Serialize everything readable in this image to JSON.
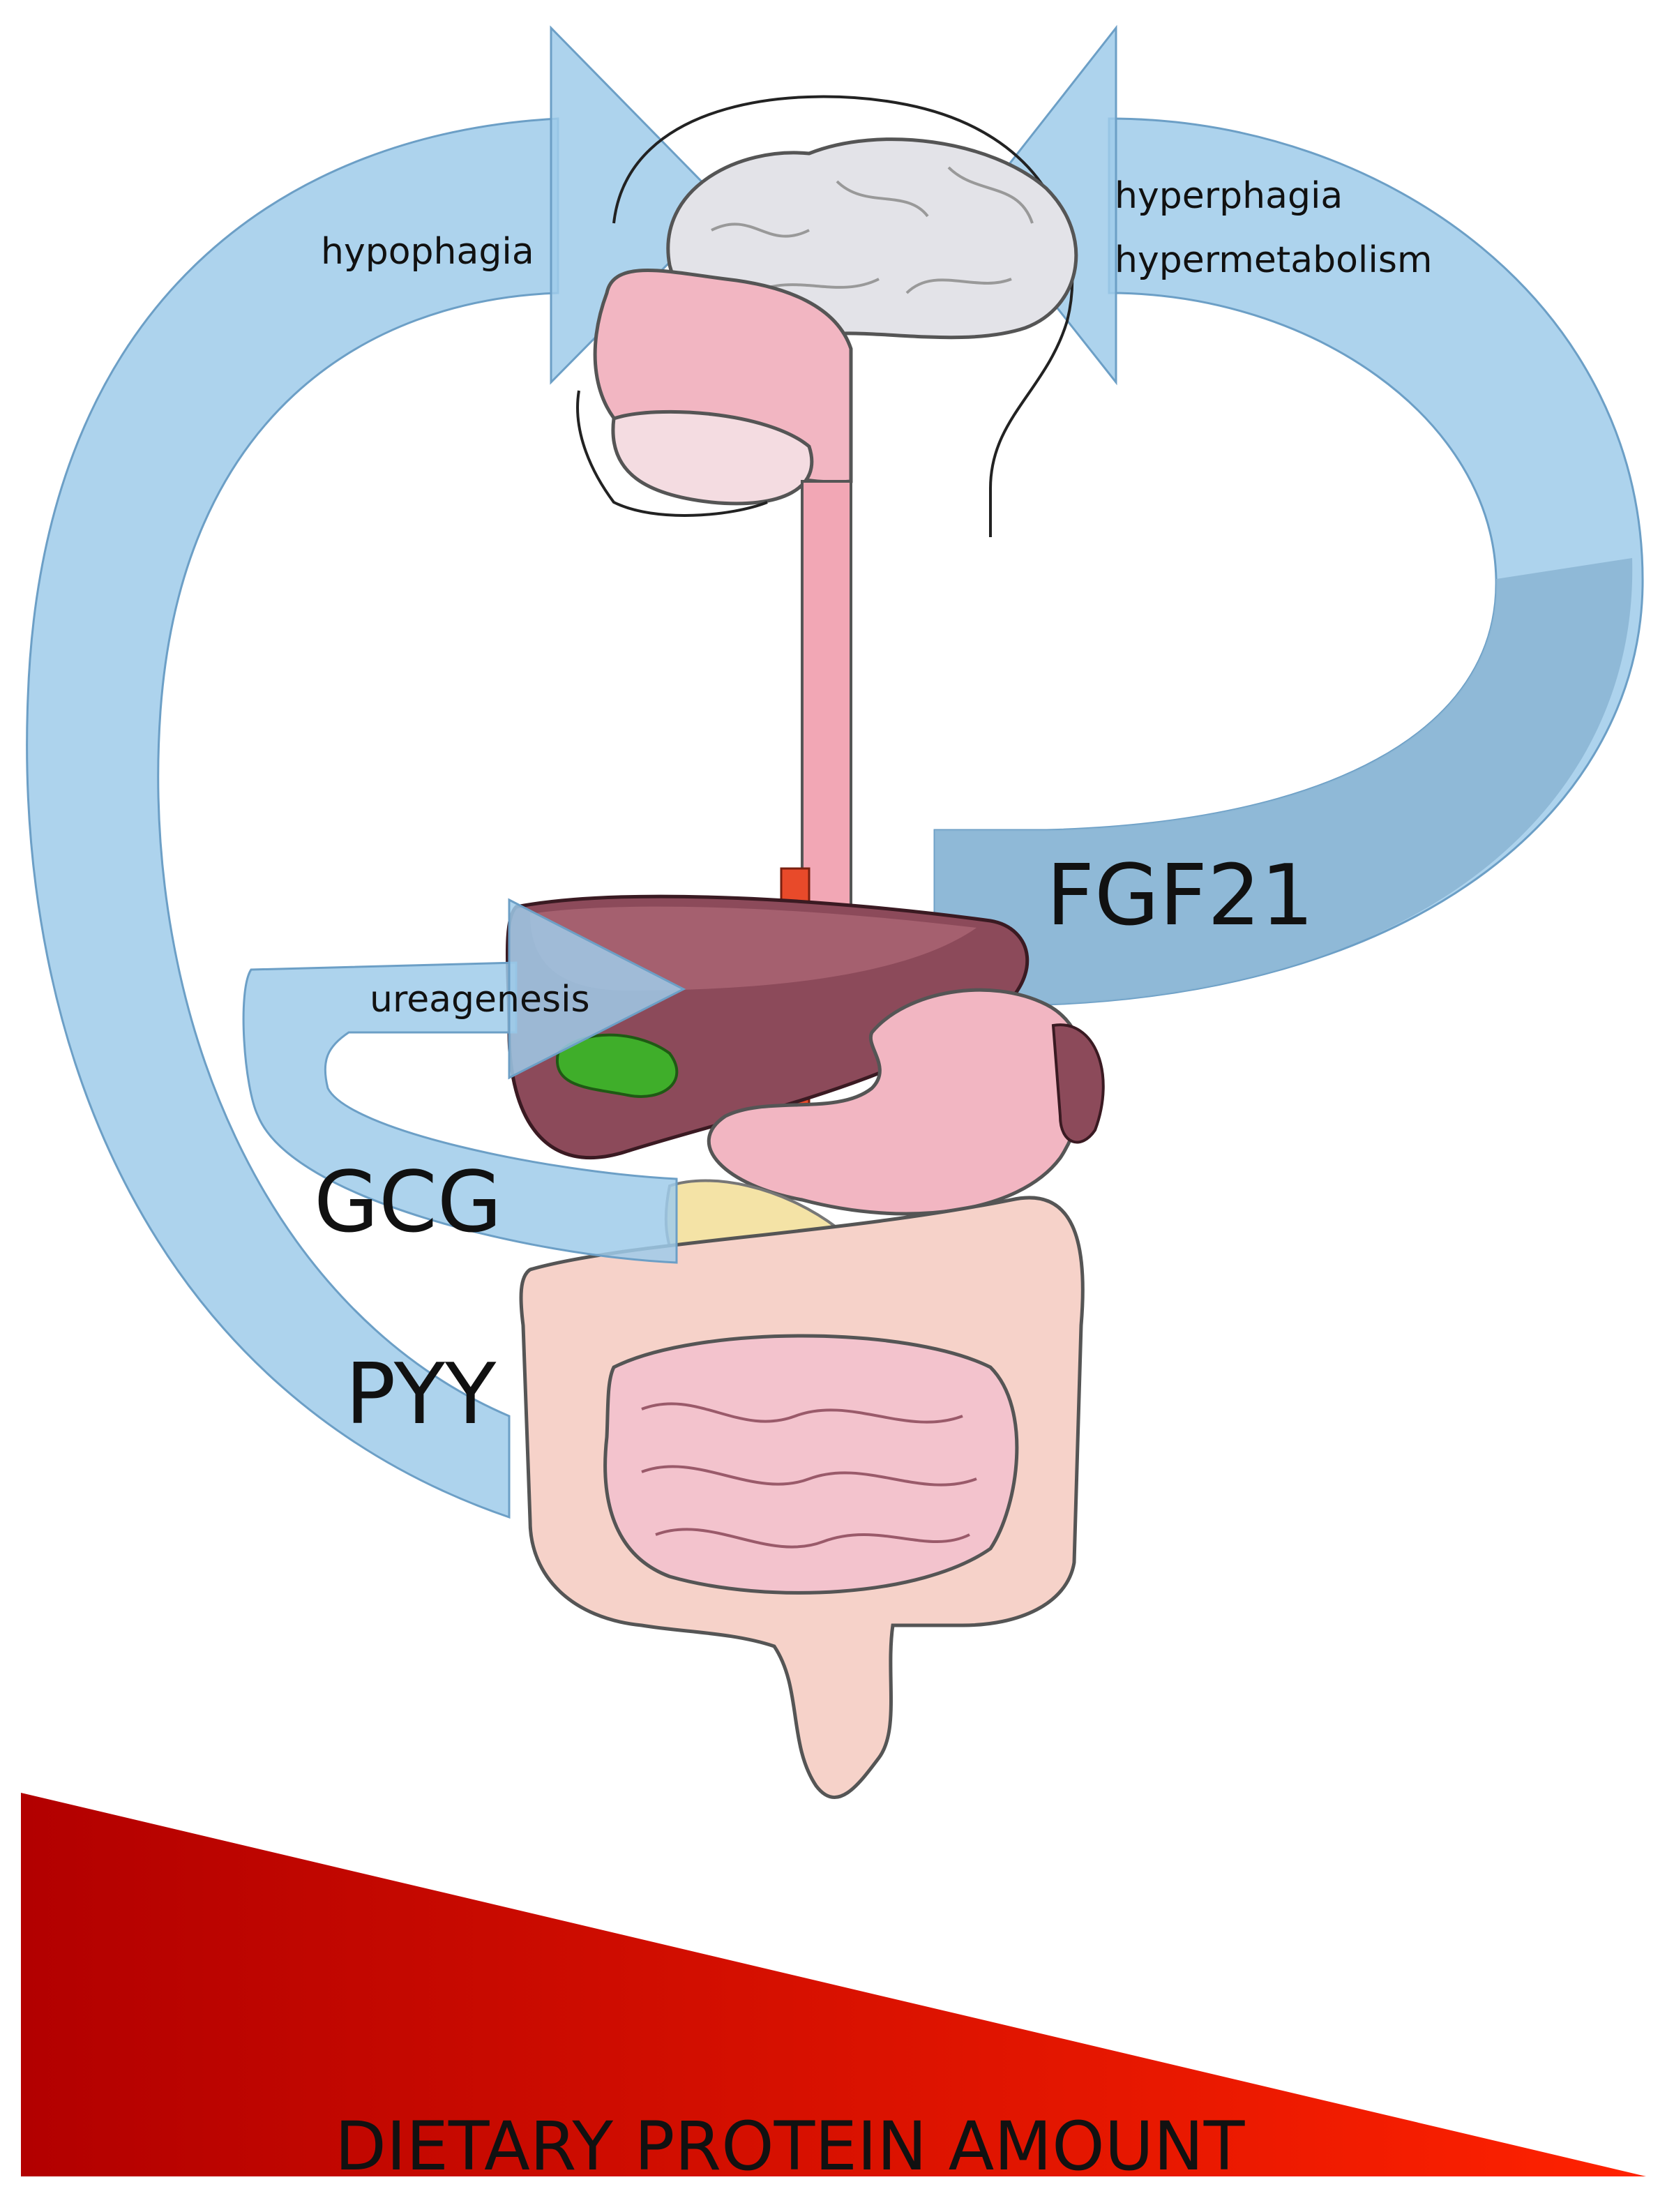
{
  "labels": {
    "hypophagia": "hypophagia",
    "hyperphagia": "hyperphagia",
    "hypermetabolism": "hypermetabolism",
    "ureagenesis": "ureagenesis",
    "fgf21": "FGF21",
    "gcg": "GCG",
    "pyy": "PYY"
  },
  "wedge": {
    "label": "DIETARY PROTEIN AMOUNT"
  },
  "colors": {
    "arrow_light": "#9fcbea",
    "arrow_dark": "#8cb6d4",
    "arrow_stroke": "#6c9fc6",
    "wedge_dark": "#b20000",
    "wedge_bright": "#ff2200",
    "brain": "#e3e3e8",
    "pink": "#f2b6c2",
    "liver": "#8c4a5a",
    "gallbladder": "#3fae2a",
    "pancreas": "#f4e3a6",
    "intestine": "#f3c3cd",
    "colon": "#f6d2c9"
  }
}
